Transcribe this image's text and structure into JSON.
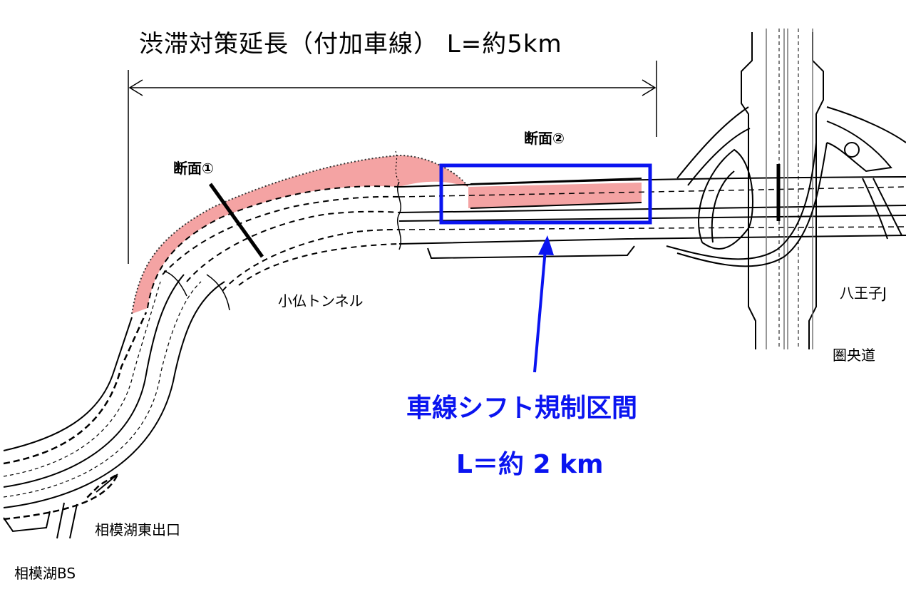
{
  "title": "渋滞対策延長（付加車線） L=約5km",
  "sections": {
    "section1": "断面①",
    "section2": "断面②"
  },
  "labels": {
    "tunnel": "小仏トンネル",
    "junction": "八王子J",
    "ken_o_do": "圏央道",
    "exit": "相模湖東出口",
    "bus_stop": "相模湖BS"
  },
  "callout": {
    "line1": "車線シフト規制区間",
    "line2": "L＝約 2 km"
  },
  "colors": {
    "highlight": "#f4a3a3",
    "callout": "#0a14f0",
    "road": "#000000"
  }
}
